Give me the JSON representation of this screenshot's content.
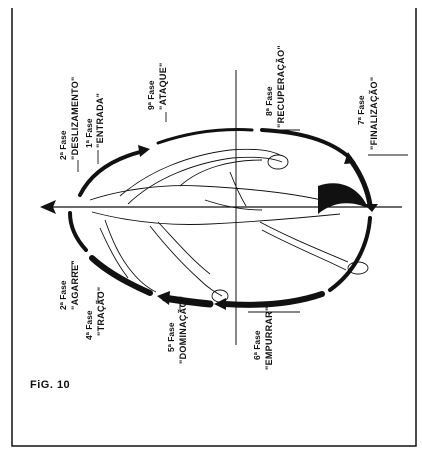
{
  "figure_label": "FiG. 10",
  "phases": [
    {
      "number": "2ª Fase",
      "name": "\"DESLIZAMENTO\""
    },
    {
      "number": "1ª Fase",
      "name": "\"ENTRADA\""
    },
    {
      "number": "9ª Fase",
      "name": "\"ATAQUE\""
    },
    {
      "number": "8ª Fase",
      "name": "\"RECUPERAÇÃO\""
    },
    {
      "number": "7ª Fase",
      "name": "\"FINALIZAÇÃO\""
    },
    {
      "number": "2ª Fase",
      "name": "\"AGARRE\""
    },
    {
      "number": "4ª Fase",
      "name": "\"TRAÇÃO\""
    },
    {
      "number": "5ª Fase",
      "name": "\"DOMINAÇÃO\""
    },
    {
      "number": "6ª Fase",
      "name": "\"EMPURRAR\""
    }
  ],
  "colors": {
    "ink": "#111111",
    "paper": "#ffffff"
  }
}
